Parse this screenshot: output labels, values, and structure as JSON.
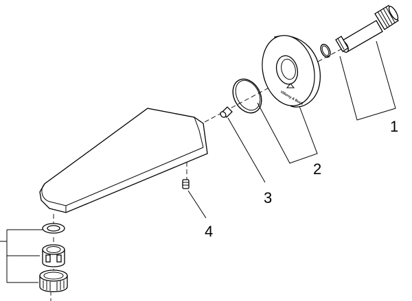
{
  "parts": [
    {
      "number": "1",
      "part": "extension-pipe-with-nipple"
    },
    {
      "number": "2",
      "part": "escutcheon-rosette-with-seal"
    },
    {
      "number": "3",
      "part": "retaining-pin"
    },
    {
      "number": "4",
      "part": "set-screw"
    }
  ],
  "escutcheon_brand": "Villeroy & Boch"
}
